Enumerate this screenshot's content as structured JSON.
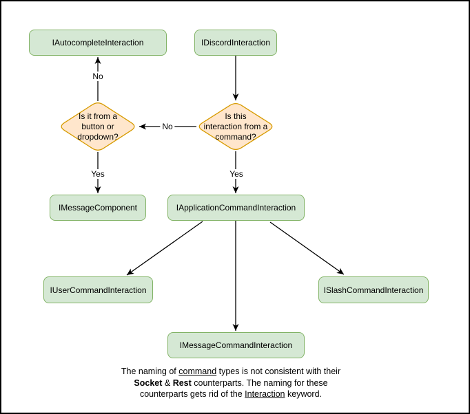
{
  "nodes": {
    "autocomplete_interaction": {
      "label": "IAutocompleteInteraction"
    },
    "discord_interaction": {
      "label": "IDiscordInteraction"
    },
    "button_dropdown_decision": {
      "lines": [
        "Is it from a",
        "button or",
        "dropdown?"
      ]
    },
    "command_decision": {
      "lines": [
        "Is this",
        "interaction from a",
        "command?"
      ]
    },
    "message_component": {
      "label": "IMessageComponent"
    },
    "application_command_interaction": {
      "label": "IApplicationCommandInteraction"
    },
    "user_command_interaction": {
      "label": "IUserCommandInteraction"
    },
    "slash_command_interaction": {
      "label": "ISlashCommandInteraction"
    },
    "message_command_interaction": {
      "label": "IMessageCommandInteraction"
    }
  },
  "edge_labels": {
    "no_to_autocomplete": "No",
    "no_to_button_dropdown": "No",
    "yes_to_message_component": "Yes",
    "yes_to_application_command": "Yes"
  },
  "footer": {
    "lines": [
      {
        "segments": [
          {
            "text": "The naming of "
          },
          {
            "text": "command",
            "style": "underline"
          },
          {
            "text": " types is not consistent with their"
          }
        ]
      },
      {
        "segments": [
          {
            "text": "Socket",
            "style": "bold"
          },
          {
            "text": " & "
          },
          {
            "text": "Rest",
            "style": "bold"
          },
          {
            "text": " counterparts. The naming for these"
          }
        ]
      },
      {
        "segments": [
          {
            "text": "counterparts gets rid of the "
          },
          {
            "text": "Interaction",
            "style": "underline"
          },
          {
            "text": " keyword."
          }
        ]
      }
    ]
  },
  "colors": {
    "process_fill": "#d5e8d4",
    "process_border": "#82b366",
    "decision_fill": "#ffe6cc",
    "decision_border": "#d79b00",
    "edge": "#000000",
    "page_border": "#000000",
    "background": "#ffffff"
  }
}
